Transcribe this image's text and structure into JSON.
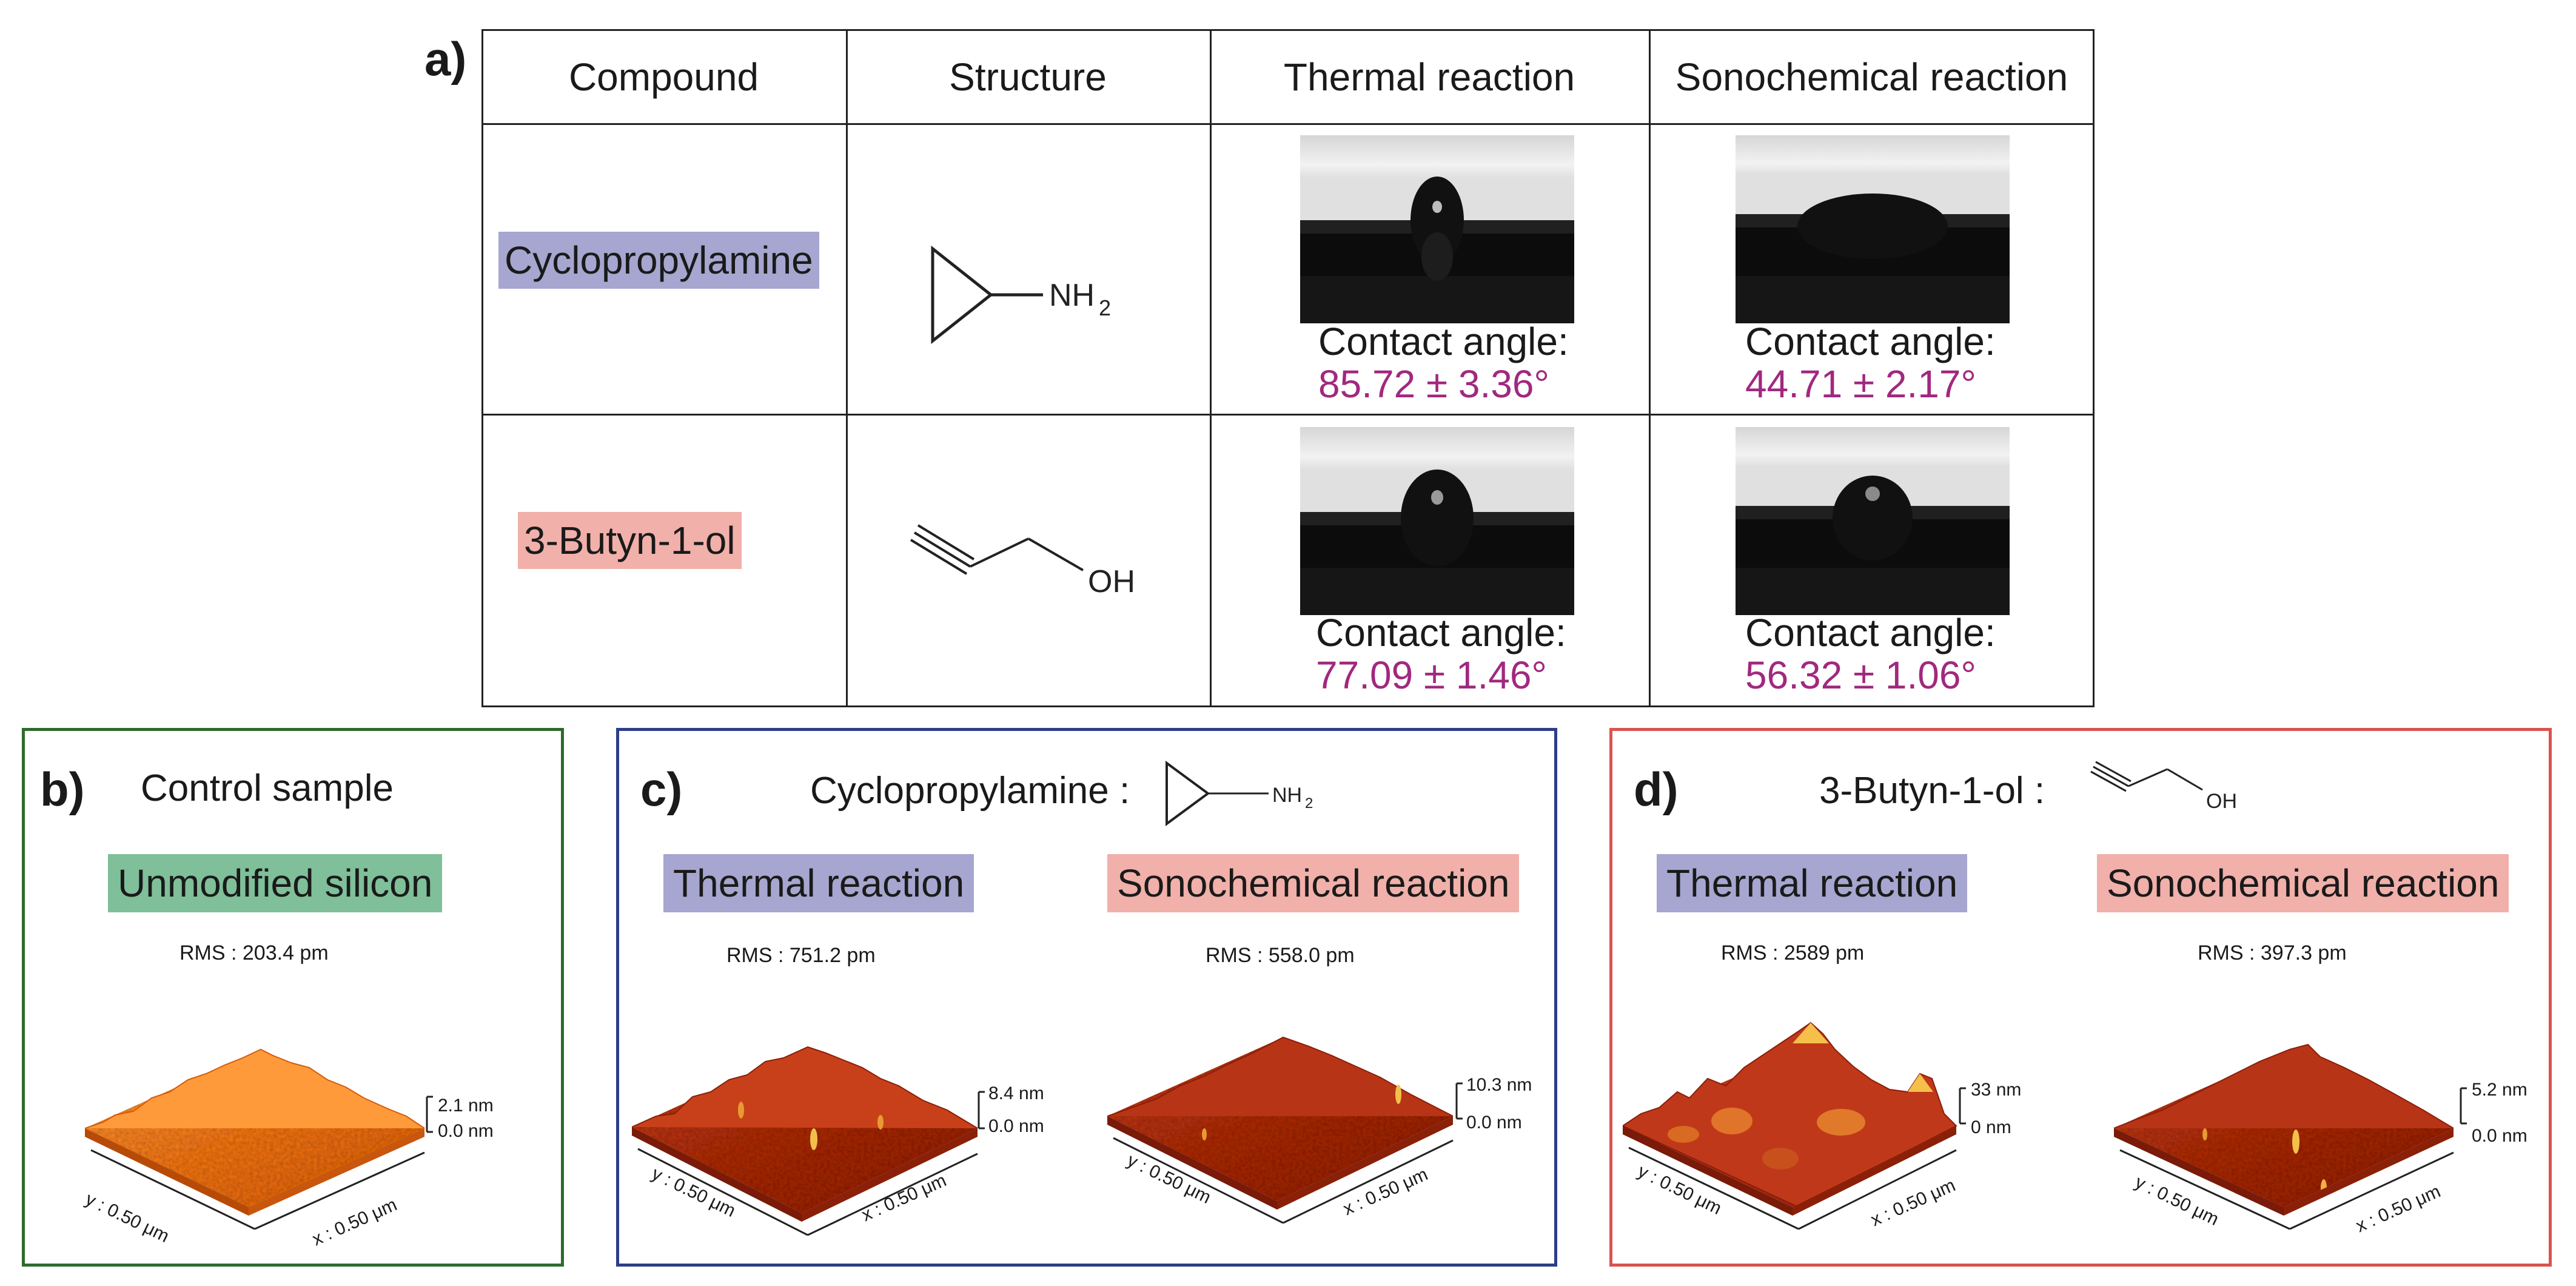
{
  "panel_a": {
    "letter": "a)",
    "headers": [
      "Compound",
      "Structure",
      "Thermal reaction",
      "Sonochemical reaction"
    ],
    "rows": [
      {
        "compound": "Cyclopropylamine",
        "compound_color": "#a6a6d0",
        "structure_label": "NH",
        "structure_sub": "2",
        "thermal": {
          "label": "Contact angle:",
          "value": "85.72 ± 3.36°"
        },
        "sonochemical": {
          "label": "Contact angle:",
          "value": "44.71 ± 2.17°"
        }
      },
      {
        "compound": "3-Butyn-1-ol",
        "compound_color": "#f1b0aa",
        "structure_label": "OH",
        "thermal": {
          "label": "Contact angle:",
          "value": "77.09 ± 1.46°"
        },
        "sonochemical": {
          "label": "Contact angle:",
          "value": "56.32 ± 1.06°"
        }
      }
    ]
  },
  "panel_b": {
    "letter": "b)",
    "title": "Control sample",
    "highlight": "Unmodified silicon",
    "highlight_color": "#7fbf9a",
    "border_color": "#2e6b2e",
    "rms": "RMS : 203.4 pm",
    "scale_top": "2.1 nm",
    "scale_bottom": "0.0 nm",
    "y_axis": "y : 0.50 μm",
    "x_axis": "x : 0.50 μm"
  },
  "panel_c": {
    "letter": "c)",
    "title": "Cyclopropylamine :",
    "structure_label": "NH",
    "structure_sub": "2",
    "border_color": "#2c3e87",
    "thermal": {
      "label": "Thermal reaction",
      "color": "#a6a6d0",
      "rms": "RMS :  751.2 pm",
      "scale_top": "8.4 nm",
      "scale_bottom": "0.0 nm",
      "y_axis": "y : 0.50 μm",
      "x_axis": "x : 0.50 μm"
    },
    "sonochemical": {
      "label": "Sonochemical reaction",
      "color": "#f1b0aa",
      "rms": "RMS : 558.0 pm",
      "scale_top": "10.3 nm",
      "scale_bottom": "0.0 nm",
      "y_axis": "y : 0.50 μm",
      "x_axis": "x : 0.50 μm"
    }
  },
  "panel_d": {
    "letter": "d)",
    "title": "3-Butyn-1-ol :",
    "structure_label": "OH",
    "border_color": "#d9534f",
    "thermal": {
      "label": "Thermal reaction",
      "color": "#a6a6d0",
      "rms": "RMS : 2589 pm",
      "scale_top": "33 nm",
      "scale_bottom": "0 nm",
      "y_axis": "y : 0.50 μm",
      "x_axis": "x : 0.50 μm"
    },
    "sonochemical": {
      "label": "Sonochemical reaction",
      "color": "#f1b0aa",
      "rms": "RMS : 397.3 pm",
      "scale_top": "5.2 nm",
      "scale_bottom": "0.0 nm",
      "y_axis": "y : 0.50 μm",
      "x_axis": "x : 0.50 μm"
    }
  }
}
